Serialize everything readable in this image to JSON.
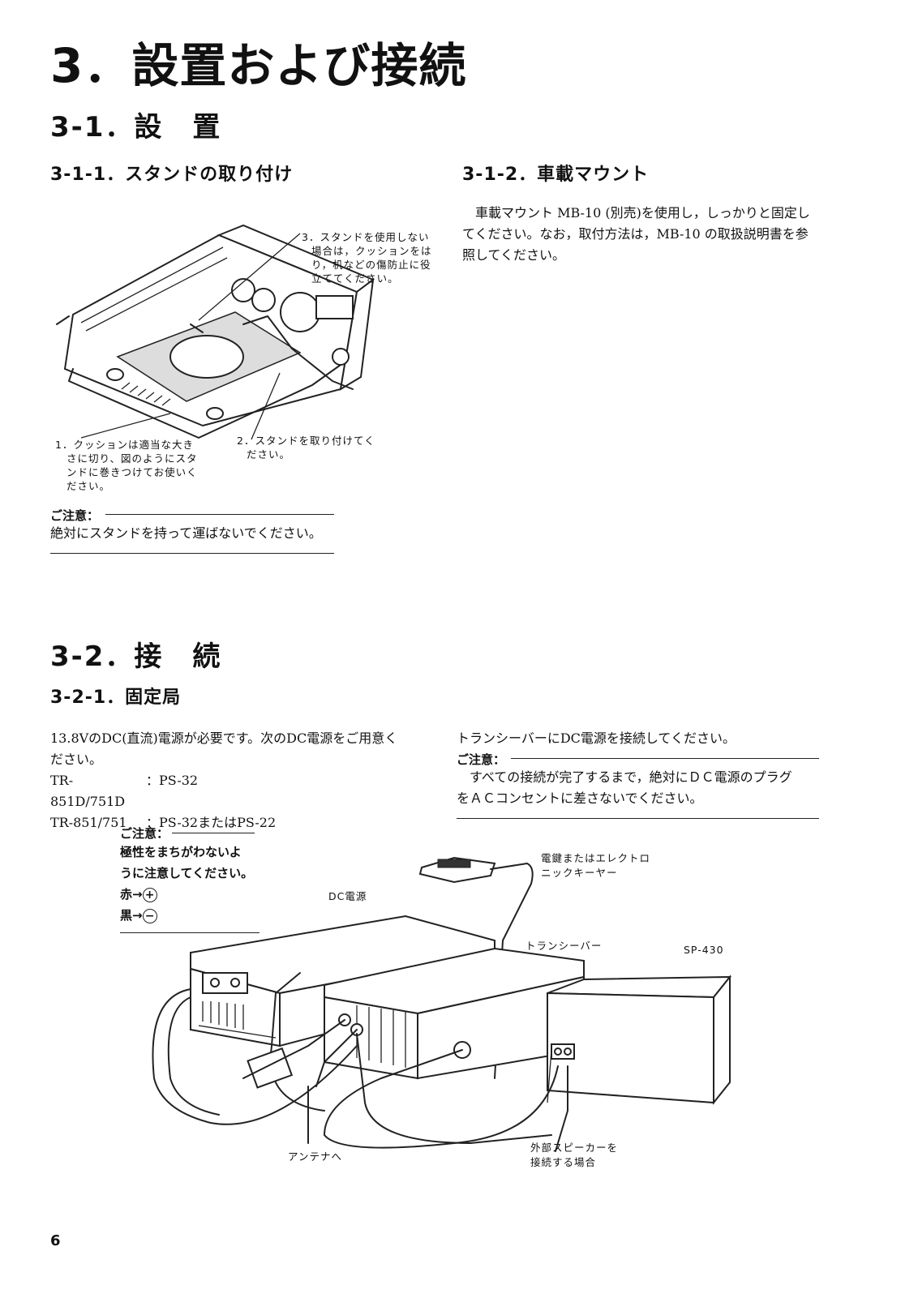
{
  "title": "3．設置および接続",
  "sec31": {
    "heading": "3-1．設　置",
    "sub1": {
      "heading": "3-1-1．スタンドの取り付け",
      "callout3": [
        "3．スタンドを使用しない",
        "場合は，クッションをは",
        "り，机などの傷防止に役",
        "立ててください。"
      ],
      "callout1": [
        "1．クッションは適当な大き",
        "さに切り、図のようにスタ",
        "ンドに巻きつけてお使いく",
        "ださい。"
      ],
      "callout2": [
        "2．スタンドを取り付けてく",
        "ださい。"
      ],
      "caution_title": "ご注意：",
      "caution_text": "絶対にスタンドを持って運ばないでください。"
    },
    "sub2": {
      "heading": "3-1-2．車載マウント",
      "lines": [
        "車載マウント MB-10 (別売)を使用し，しっかりと固定し",
        "てください。なお，取付方法は，MB-10 の取扱説明書を参",
        "照してください。"
      ]
    }
  },
  "sec32": {
    "heading": "3-2．接　続",
    "sub1": {
      "heading": "3-2-1．固定局",
      "left_lines": [
        "13.8VのDC(直流)電源が必要です。次のDC電源をご用意く",
        "ださい。"
      ],
      "models": [
        {
          "model": "TR-851D/751D",
          "supply": "：PS-32"
        },
        {
          "model": "TR-851/751",
          "supply": "：PS-32またはPS-22"
        }
      ],
      "right_line": "トランシーバーにDC電源を接続してください。",
      "caution_title": "ご注意：",
      "caution_lines": [
        "すべての接続が完了するまで，絶対にＤＣ電源のプラグ",
        "をＡＣコンセントに差さないでください。"
      ]
    },
    "diagram": {
      "caution_title": "ご注意：",
      "caution_lines": [
        "極性をまちがわないよ",
        "うに注意してください。"
      ],
      "red": "赤→",
      "black": "黒→",
      "plus": "+",
      "minus": "−",
      "dc_label": "DC電源",
      "key_label": [
        "電鍵またはエレクトロ",
        "ニックキーヤー"
      ],
      "transceiver_label": "トランシーバー",
      "speaker_model": "SP-430",
      "antenna_label": "アンテナへ",
      "ext_speaker_label": [
        "外部スピーカーを",
        "接続する場合"
      ]
    }
  },
  "page_number": "6"
}
